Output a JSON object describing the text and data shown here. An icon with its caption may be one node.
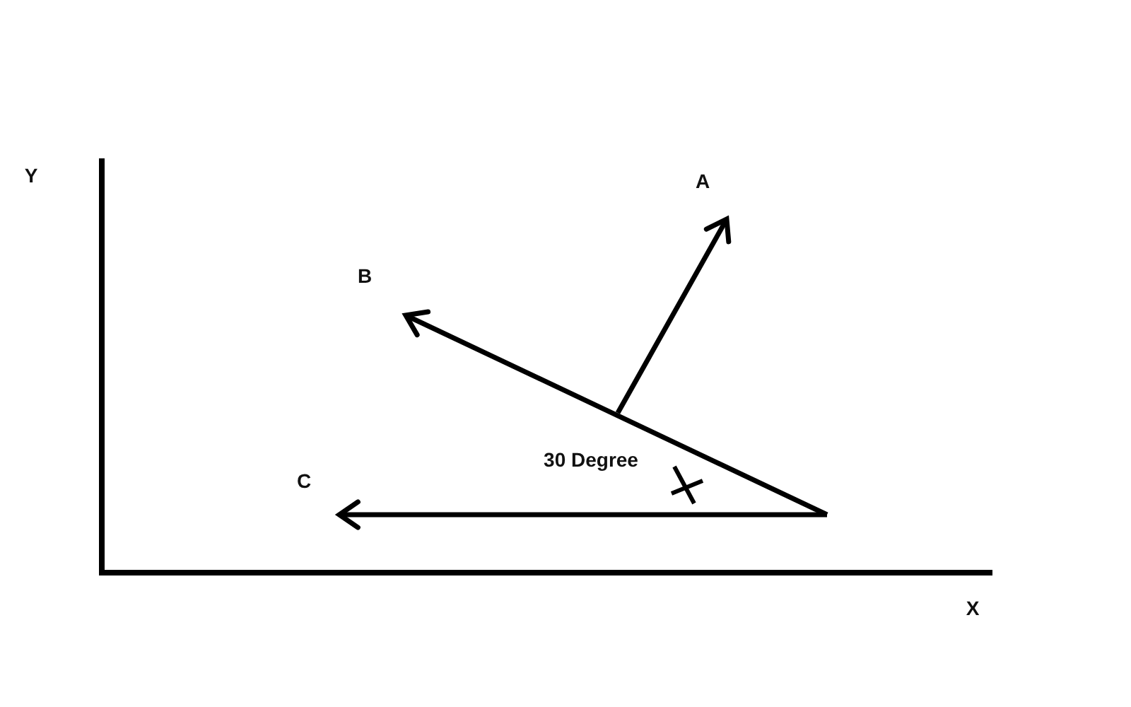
{
  "diagram": {
    "labels": [
      "Y",
      "A",
      "B",
      "30 Degree",
      "C",
      "X"
    ]
  }
}
